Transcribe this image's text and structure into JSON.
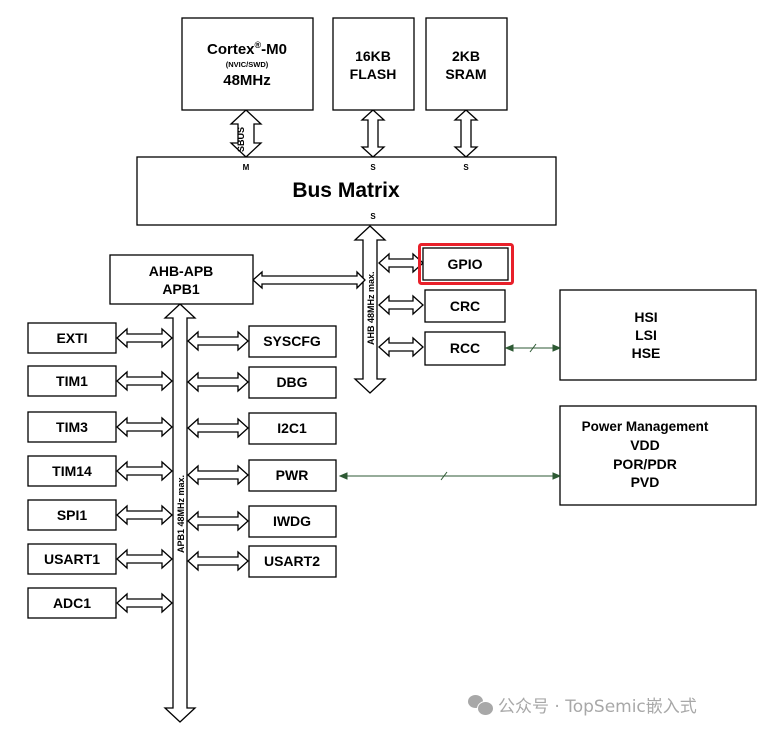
{
  "core": {
    "line1": "Cortex",
    "reg": "®",
    "line1b": "-M0",
    "line2": "(NVIC/SWD)",
    "line3": "48MHz"
  },
  "flash": {
    "line1": "16KB",
    "line2": "FLASH"
  },
  "sram": {
    "line1": "2KB",
    "line2": "SRAM"
  },
  "sbus_label": "SBUS",
  "bus_matrix": {
    "title": "Bus Matrix",
    "port_m": "M",
    "port_s1": "S",
    "port_s2": "S",
    "port_s3": "S"
  },
  "bridge": {
    "line1": "AHB-APB",
    "line2": "APB1"
  },
  "ahb_label": "AHB 48MHz max.",
  "apb_label": "APB1 48MHz max.",
  "ahb_peripherals": [
    "GPIO",
    "CRC",
    "RCC"
  ],
  "clocks": [
    "HSI",
    "LSI",
    "HSE"
  ],
  "power": [
    "Power Management",
    "VDD",
    "POR/PDR",
    "PVD"
  ],
  "apb_left": [
    "EXTI",
    "TIM1",
    "TIM3",
    "TIM14",
    "SPI1",
    "USART1",
    "ADC1"
  ],
  "apb_right": [
    "SYSCFG",
    "DBG",
    "I2C1",
    "PWR",
    "IWDG",
    "USART2"
  ],
  "highlight_color": "#e8202a",
  "link_color": "#2e5a34",
  "watermark": "公众号 · TopSemic嵌入式"
}
